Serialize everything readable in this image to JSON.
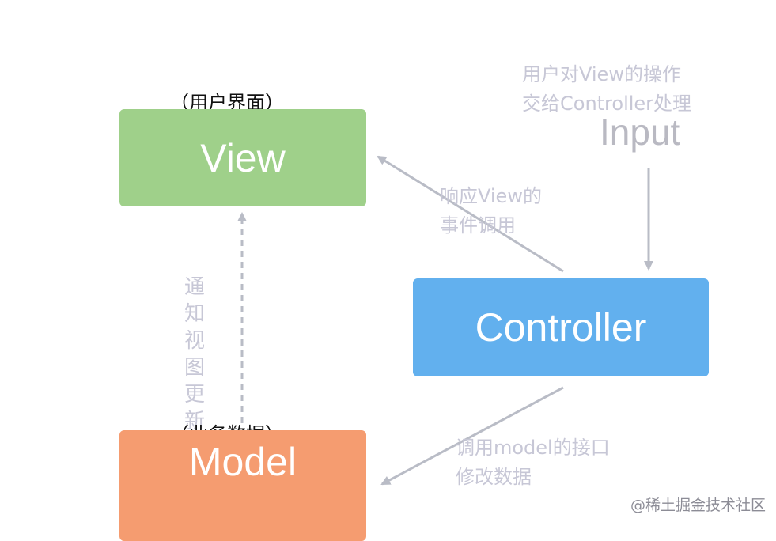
{
  "nodes": {
    "view": {
      "label": "View",
      "tag": "（用户界面）"
    },
    "controller": {
      "label": "Controller",
      "tag": "（应用逻辑）"
    },
    "model": {
      "label": "Model",
      "tag": "（业务数据）"
    }
  },
  "input": {
    "label": "Input",
    "note_line1": "用户对View的操作",
    "note_line2": "交给Controller处理"
  },
  "edges": {
    "controller_to_view": {
      "line1": "响应View的",
      "line2": "事件调用"
    },
    "model_to_view": {
      "text": "通知视图更新"
    },
    "controller_to_model": {
      "line1": "调用model的接口",
      "line2": "修改数据"
    }
  },
  "watermark": "@稀土掘金技术社区",
  "colors": {
    "view": "#9fd08a",
    "controller": "#62b0ee",
    "model": "#f59c70",
    "arrow": "#b9bcc6",
    "note": "#c7c7d6"
  }
}
